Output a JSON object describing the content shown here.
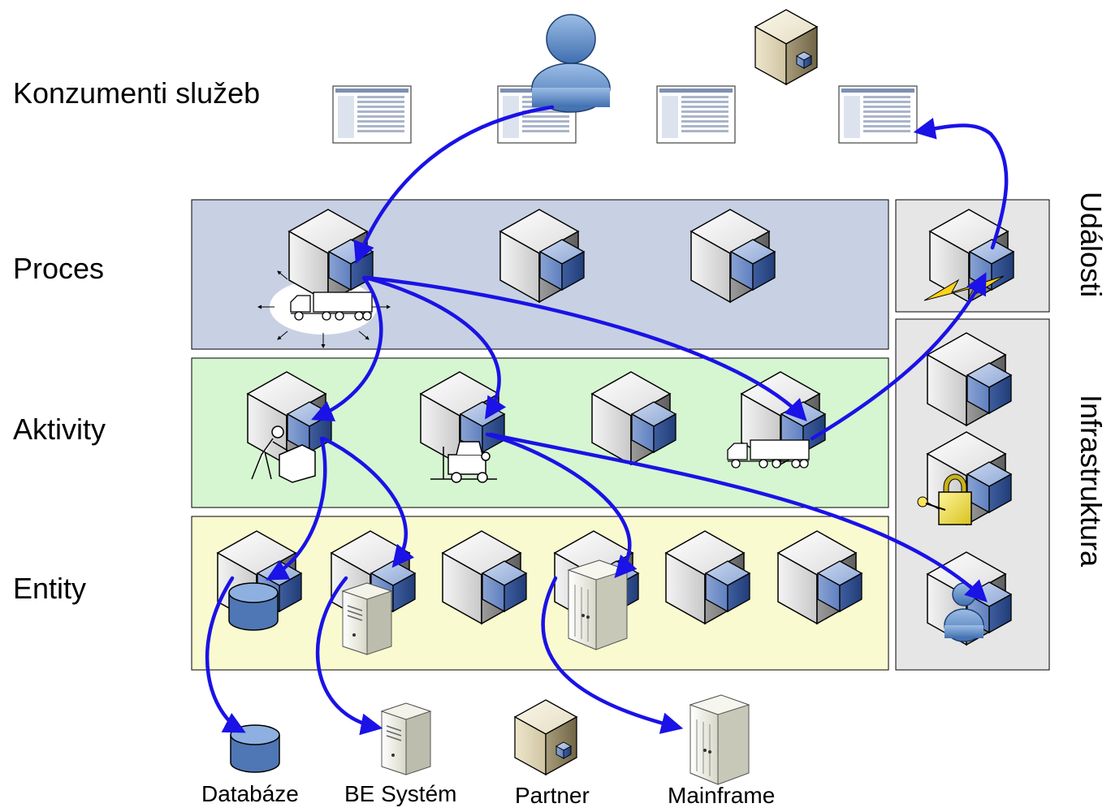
{
  "layers": {
    "consumers": "Konzumenti služeb",
    "process": "Proces",
    "activities": "Aktivity",
    "entities": "Entity"
  },
  "side": {
    "events": "Události",
    "infrastructure": "Infrastruktura"
  },
  "backends": {
    "database": "Databáze",
    "be_system": "BE Systém",
    "partner": "Partner",
    "mainframe": "Mainframe"
  },
  "colors": {
    "process_band": "#c8d1e3",
    "activities_band": "#d6f5d1",
    "entities_band": "#fafad0",
    "side_panel": "#e6e6e6",
    "arrow": "#1a12e6",
    "small_cube": "#6f8fc7"
  }
}
